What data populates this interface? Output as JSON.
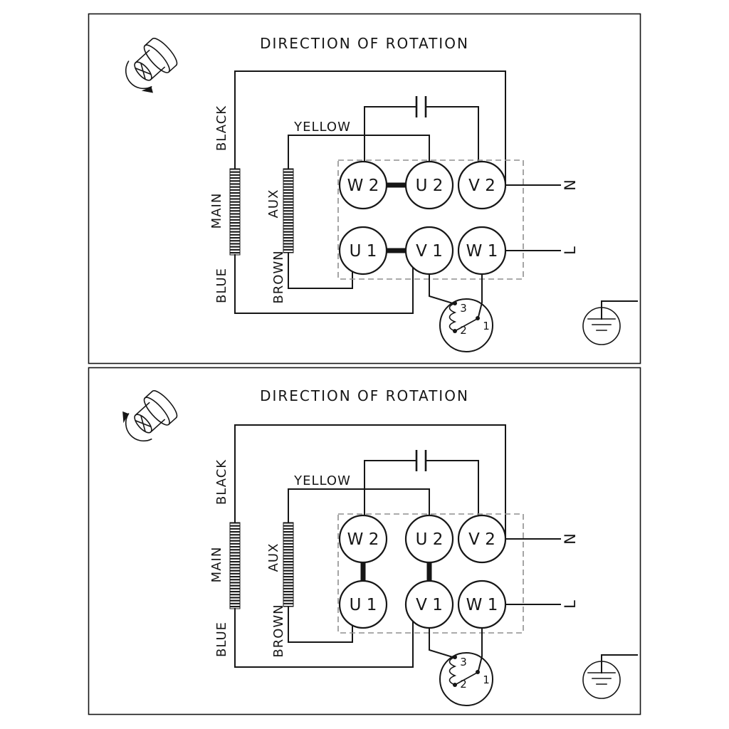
{
  "panels": [
    {
      "title": "DIRECTION OF ROTATION",
      "wires": {
        "black": "BLACK",
        "yellow": "YELLOW",
        "main": "MAIN",
        "aux": "AUX",
        "brown": "BROWN",
        "blue": "BLUE"
      },
      "supply": {
        "neutral": "N",
        "line": "L"
      },
      "terminals": {
        "w2": "W 2",
        "u2": "U 2",
        "v2": "V 2",
        "u1": "U 1",
        "v1": "V 1",
        "w1": "W 1"
      },
      "thermal_switch": {
        "contact_3": "3",
        "contact_2": "2",
        "contact_1": "1"
      },
      "terminal_links": [
        "W2-U2",
        "U1-V1"
      ],
      "link_orientation": "horizontal"
    },
    {
      "title": "DIRECTION OF ROTATION",
      "wires": {
        "black": "BLACK",
        "yellow": "YELLOW",
        "main": "MAIN",
        "aux": "AUX",
        "brown": "BROWN",
        "blue": "BLUE"
      },
      "supply": {
        "neutral": "N",
        "line": "L"
      },
      "terminals": {
        "w2": "W 2",
        "u2": "U 2",
        "v2": "V 2",
        "u1": "U 1",
        "v1": "V 1",
        "w1": "W 1"
      },
      "thermal_switch": {
        "contact_3": "3",
        "contact_2": "2",
        "contact_1": "1"
      },
      "terminal_links": [
        "W2-U1",
        "U2-V1"
      ],
      "link_orientation": "vertical"
    }
  ]
}
